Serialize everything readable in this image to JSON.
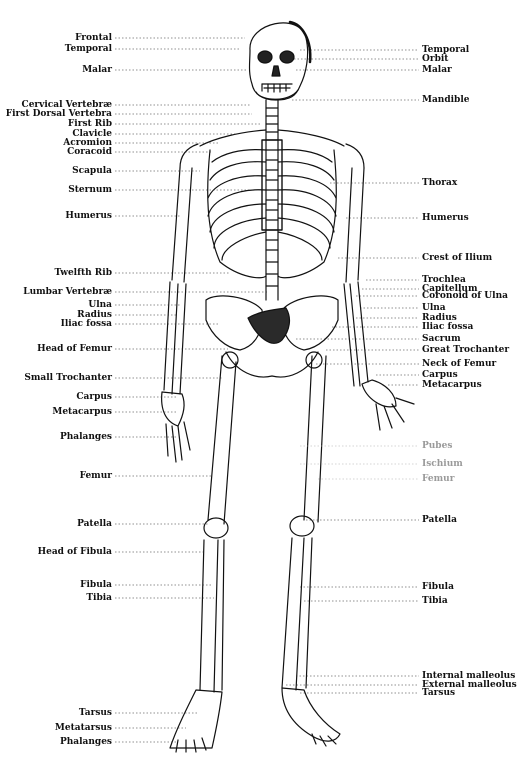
{
  "left_labels": [
    {
      "key": "frontal",
      "text": "Frontal"
    },
    {
      "key": "temporal",
      "text": "Temporal"
    },
    {
      "key": "malar",
      "text": "Malar"
    },
    {
      "key": "cervical-vertebrae",
      "text": "Cervical Vertebræ"
    },
    {
      "key": "first-dorsal-vertebra",
      "text": "First Dorsal Vertebra"
    },
    {
      "key": "first-rib",
      "text": "First Rib"
    },
    {
      "key": "clavicle",
      "text": "Clavicle"
    },
    {
      "key": "acromion",
      "text": "Acromion"
    },
    {
      "key": "coracoid",
      "text": "Coracoid"
    },
    {
      "key": "scapula",
      "text": "Scapula"
    },
    {
      "key": "sternum",
      "text": "Sternum"
    },
    {
      "key": "humerus",
      "text": "Humerus"
    },
    {
      "key": "twelfth-rib",
      "text": "Twelfth Rib"
    },
    {
      "key": "lumbar-vertebrae",
      "text": "Lumbar Vertebræ"
    },
    {
      "key": "ulna",
      "text": "Ulna"
    },
    {
      "key": "radius",
      "text": "Radius"
    },
    {
      "key": "iliac-fossa",
      "text": "Iliac fossa"
    },
    {
      "key": "head-of-femur",
      "text": "Head of Femur"
    },
    {
      "key": "small-trochanter",
      "text": "Small Trochanter"
    },
    {
      "key": "carpus",
      "text": "Carpus"
    },
    {
      "key": "metacarpus",
      "text": "Metacarpus"
    },
    {
      "key": "phalanges",
      "text": "Phalanges"
    },
    {
      "key": "femur",
      "text": "Femur"
    },
    {
      "key": "patella",
      "text": "Patella"
    },
    {
      "key": "head-of-fibula",
      "text": "Head of Fibula"
    },
    {
      "key": "fibula",
      "text": "Fibula"
    },
    {
      "key": "tibia",
      "text": "Tibia"
    },
    {
      "key": "tarsus",
      "text": "Tarsus"
    },
    {
      "key": "metatarsus",
      "text": "Metatarsus"
    },
    {
      "key": "phalanges-foot",
      "text": "Phalanges"
    }
  ],
  "right_labels": [
    {
      "key": "temporal",
      "text": "Temporal"
    },
    {
      "key": "orbit",
      "text": "Orbit"
    },
    {
      "key": "malar",
      "text": "Malar"
    },
    {
      "key": "mandible",
      "text": "Mandible"
    },
    {
      "key": "thorax",
      "text": "Thorax"
    },
    {
      "key": "humerus",
      "text": "Humerus"
    },
    {
      "key": "crest-of-ilium",
      "text": "Crest of Ilium"
    },
    {
      "key": "trochlea",
      "text": "Trochlea"
    },
    {
      "key": "capitellum",
      "text": "Capitellum"
    },
    {
      "key": "coronoid-of-ulna",
      "text": "Coronoid of Ulna"
    },
    {
      "key": "ulna",
      "text": "Ulna"
    },
    {
      "key": "radius",
      "text": "Radius"
    },
    {
      "key": "iliac-fossa",
      "text": "Iliac fossa"
    },
    {
      "key": "sacrum",
      "text": "Sacrum"
    },
    {
      "key": "great-trochanter",
      "text": "Great Trochanter"
    },
    {
      "key": "neck-of-femur",
      "text": "Neck of Femur"
    },
    {
      "key": "carpus",
      "text": "Carpus"
    },
    {
      "key": "metacarpus",
      "text": "Metacarpus"
    },
    {
      "key": "pubes",
      "text": "Pubes"
    },
    {
      "key": "ischium",
      "text": "Ischium"
    },
    {
      "key": "femur",
      "text": "Femur"
    },
    {
      "key": "patella",
      "text": "Patella"
    },
    {
      "key": "fibula",
      "text": "Fibula"
    },
    {
      "key": "tibia",
      "text": "Tibia"
    },
    {
      "key": "internal-malleolus",
      "text": "Internal malleolus"
    },
    {
      "key": "external-malleolus",
      "text": "External malleolus"
    },
    {
      "key": "tarsus",
      "text": "Tarsus"
    }
  ],
  "colors": {
    "ink": "#111111",
    "faint": "#9a9a9a",
    "shade": "#2a2a2a"
  }
}
